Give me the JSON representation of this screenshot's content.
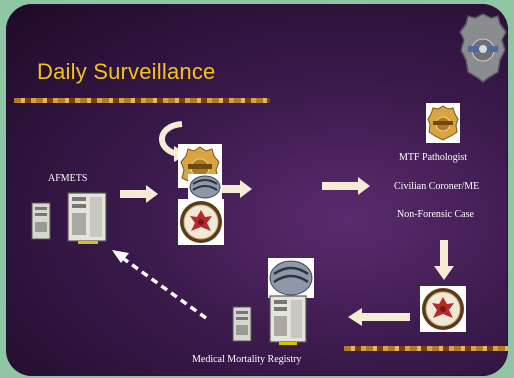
{
  "slide": {
    "title": "Daily Surveillance"
  },
  "nodes": {
    "afmets": "AFMETS",
    "mtf_pathologist": "MTF Pathologist",
    "civilian_coroner": "Civilian Coroner/ME",
    "non_forensic": "Non-Forensic Case",
    "registry": "Medical Mortality Registry"
  },
  "colors": {
    "title": "#f3c21e",
    "background": "#3c1a4d",
    "arrow_fill": "#f4ecd4",
    "badge_gold": "#d9a441",
    "seal_red": "#b52a2a"
  },
  "icons": [
    "badge-icon",
    "server-icon",
    "seal-icon",
    "curved-arrow-icon",
    "gray-badge-icon"
  ]
}
